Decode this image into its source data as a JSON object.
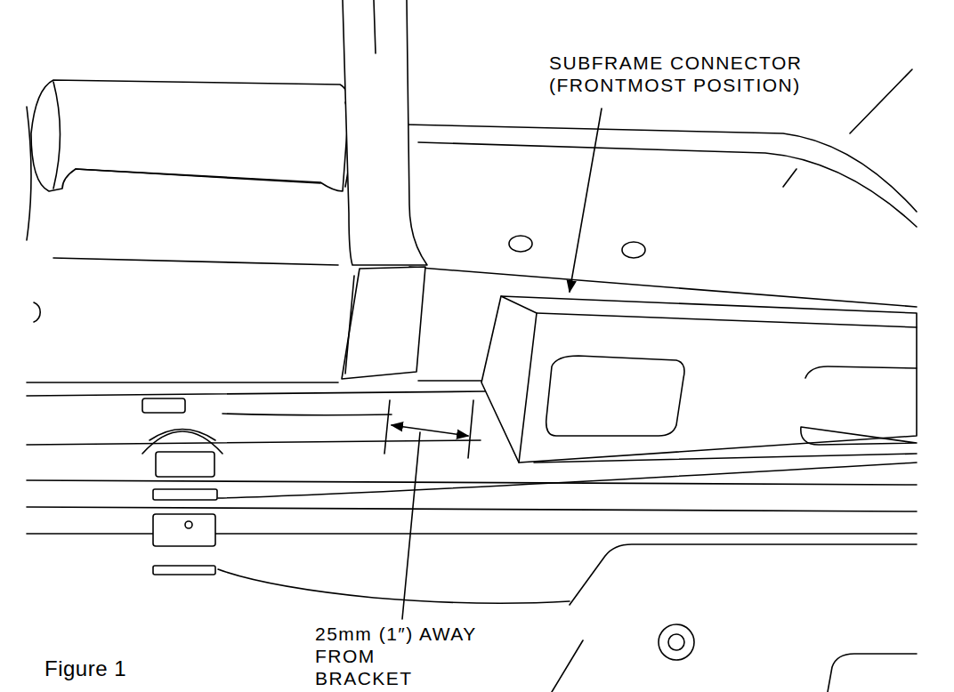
{
  "diagram": {
    "caption": "Figure 1",
    "labels": [
      "SUBFRAME CONNECTOR (FRONTMOST POSITION)",
      "25mm (1″) AWAY FROM BRACKET"
    ]
  }
}
